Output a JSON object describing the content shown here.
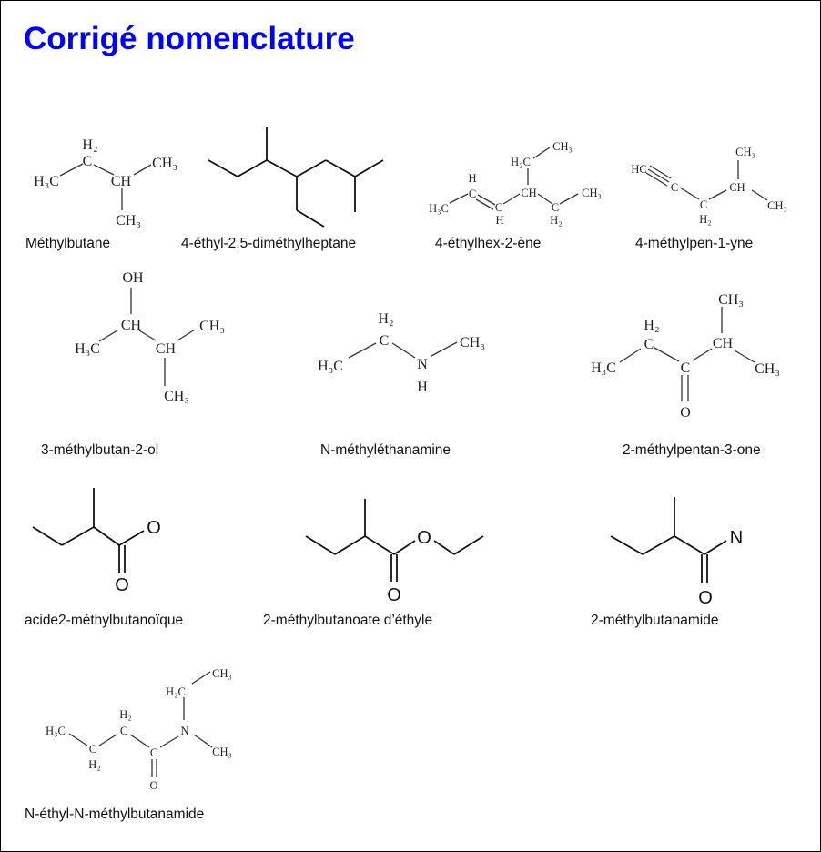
{
  "title": "Corrigé nomenclature",
  "colors": {
    "title": "#0000ff"
  },
  "molecules": [
    {
      "name": "Méthylbutane",
      "atoms": [
        "H₂",
        "C",
        "H₃C",
        "CH",
        "CH₃",
        "CH₃"
      ]
    },
    {
      "name": "4-éthyl-2,5-diméthylheptane",
      "atoms": []
    },
    {
      "name": "4-éthylhex-2-ène",
      "atoms": [
        "H",
        "C",
        "H₃C",
        "C",
        "H",
        "CH",
        "H₂C",
        "CH₃",
        "C",
        "H₂",
        "CH₃"
      ]
    },
    {
      "name": "4-méthylpen-1-yne",
      "atoms": [
        "HC",
        "C",
        "C",
        "H₂",
        "CH",
        "CH₃",
        "CH₃"
      ]
    },
    {
      "name": "3-méthylbutan-2-ol",
      "atoms": [
        "OH",
        "CH",
        "H₃C",
        "CH",
        "CH₃",
        "CH₃"
      ]
    },
    {
      "name": "N-méthyléthanamine",
      "atoms": [
        "H₂",
        "C",
        "H₃C",
        "N",
        "H",
        "CH₃"
      ]
    },
    {
      "name": "2-méthylpentan-3-one",
      "atoms": [
        "CH₃",
        "CH",
        "H₂",
        "C",
        "H₃C",
        "C",
        "O",
        "CH₃"
      ]
    },
    {
      "name": "acide2-méthylbutanoïque",
      "atoms": [
        "O",
        "O"
      ]
    },
    {
      "name": "2-méthylbutanoate d’éthyle",
      "atoms": [
        "O",
        "O"
      ]
    },
    {
      "name": "2-méthylbutanamide",
      "atoms": [
        "N",
        "O"
      ]
    },
    {
      "name": "N-éthyl-N-méthylbutanamide",
      "atoms": [
        "H₃C",
        "C",
        "H₂",
        "C",
        "H₂",
        "C",
        "O",
        "N",
        "H₂C",
        "CH₃",
        "CH₃"
      ]
    }
  ]
}
